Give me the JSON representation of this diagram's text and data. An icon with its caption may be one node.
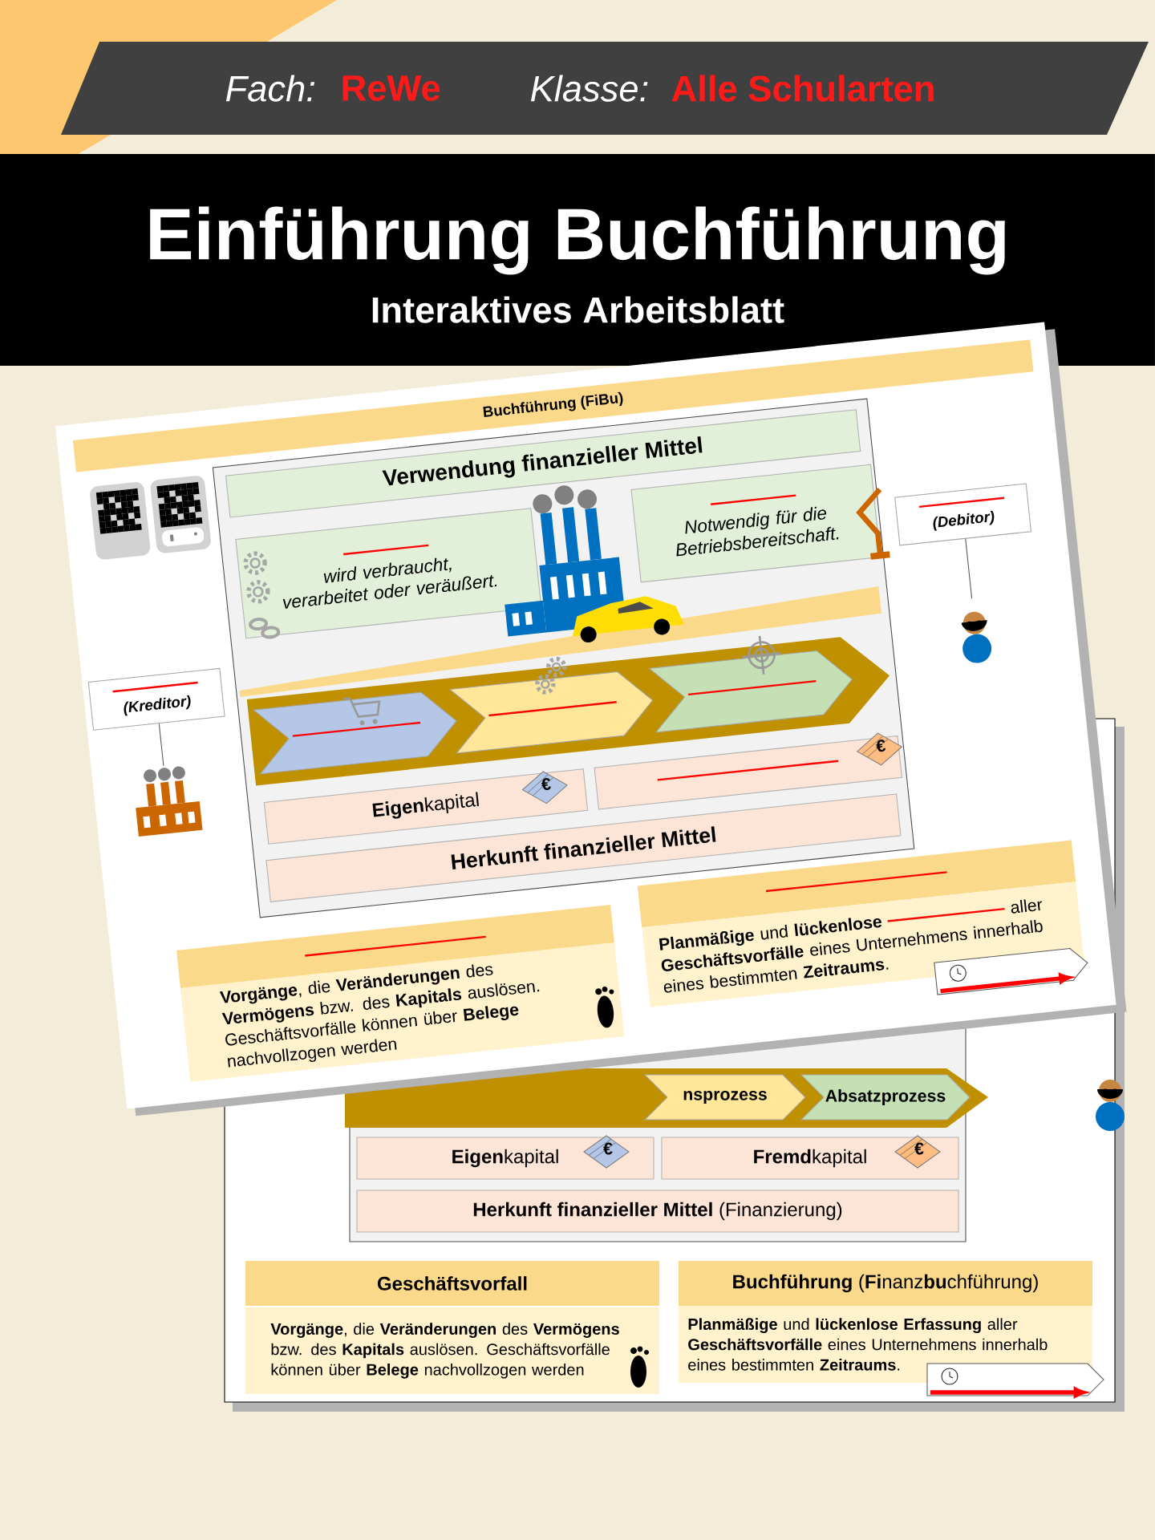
{
  "diagram": {
    "title": "Einführung Buchführung",
    "nodes": [
      {
        "text": [
          "Buchführung (FiBu)"
        ]
      },
      {
        "text": [
          "Verwendung finanzieller Mittel"
        ]
      },
      {
        "text": [
          "wird verbraucht, verarbeitet oder veräußert."
        ]
      },
      {
        "text": [
          "Notwendig für die Betriebsbereitschaft."
        ]
      },
      {
        "text": [],
        "shape": "chevron"
      },
      {
        "text": [],
        "shape": "chevron"
      },
      {
        "text": [],
        "shape": "chevron"
      },
      {
        "text": [
          "**Eigen**kapital"
        ]
      },
      {
        "text": [],
        "shape": "box"
      },
      {
        "text": [
          "Herkunft finanzieller Mittel"
        ]
      },
      {
        "text": [
          "(Kreditor)"
        ]
      },
      {
        "text": [],
        "shape": "picture"
      },
      {
        "text": [
          "(Debitor)"
        ]
      },
      {
        "text": [],
        "shape": "person"
      },
      {
        "text": [],
        "shape": "box"
      },
      {
        "text": [
          "**Vorgänge**, die **Veränderungen** des **Vermögens** bzw. des **Kapitals** auslösen. Geschäftsvorfälle können über **Belege** nachvollzogen werden"
        ]
      },
      {
        "text": [],
        "shape": "box"
      },
      {
        "text": [
          "**Planmäßige** und **lückenlose**",
          "aller **Geschäftsvorfälle** eines Unternehmens innerhalb eines bestimmten **Zeitraums**."
        ]
      },
      {
        "text": [
          "nsprozess"
        ]
      },
      {
        "text": [
          "Absatzprozess"
        ]
      },
      {
        "text": [
          "**Eigen**kapital"
        ]
      },
      {
        "text": [
          "**Fremd**kapital"
        ]
      },
      {
        "text": [
          "**Herkunft finanzieller Mittel** (Finanzierung)"
        ]
      },
      {
        "text": [
          "Geschäftsvorfall"
        ]
      },
      {
        "text": [
          "**Vorgänge**, die **Veränderungen** des **Vermögens** bzw. des **Kapitals** auslösen. Geschäftsvorfälle können über **Belege** nachvollzogen werden"
        ]
      },
      {
        "text": [
          "**Buchführung** (**Fi**nanz**bu**chführung)"
        ]
      },
      {
        "text": [
          "**Planmäßige** und **lückenlose Erfassung** aller **Geschäftsvorfälle** eines Unternehmens innerhalb eines bestimmten **Zeitraums**."
        ]
      },
      {
        "text": [],
        "shape": "person"
      }
    ],
    "edges": [
      {
        "from": 10,
        "to": 11,
        "arrow": "none"
      },
      {
        "from": 12,
        "to": 13,
        "arrow": "none"
      }
    ],
    "labels": [
      "Fach:",
      "ReWe",
      "Klasse:",
      "Alle Schularten",
      "Interaktives Arbeitsblatt",
      "€",
      "€",
      "€",
      "€"
    ]
  }
}
